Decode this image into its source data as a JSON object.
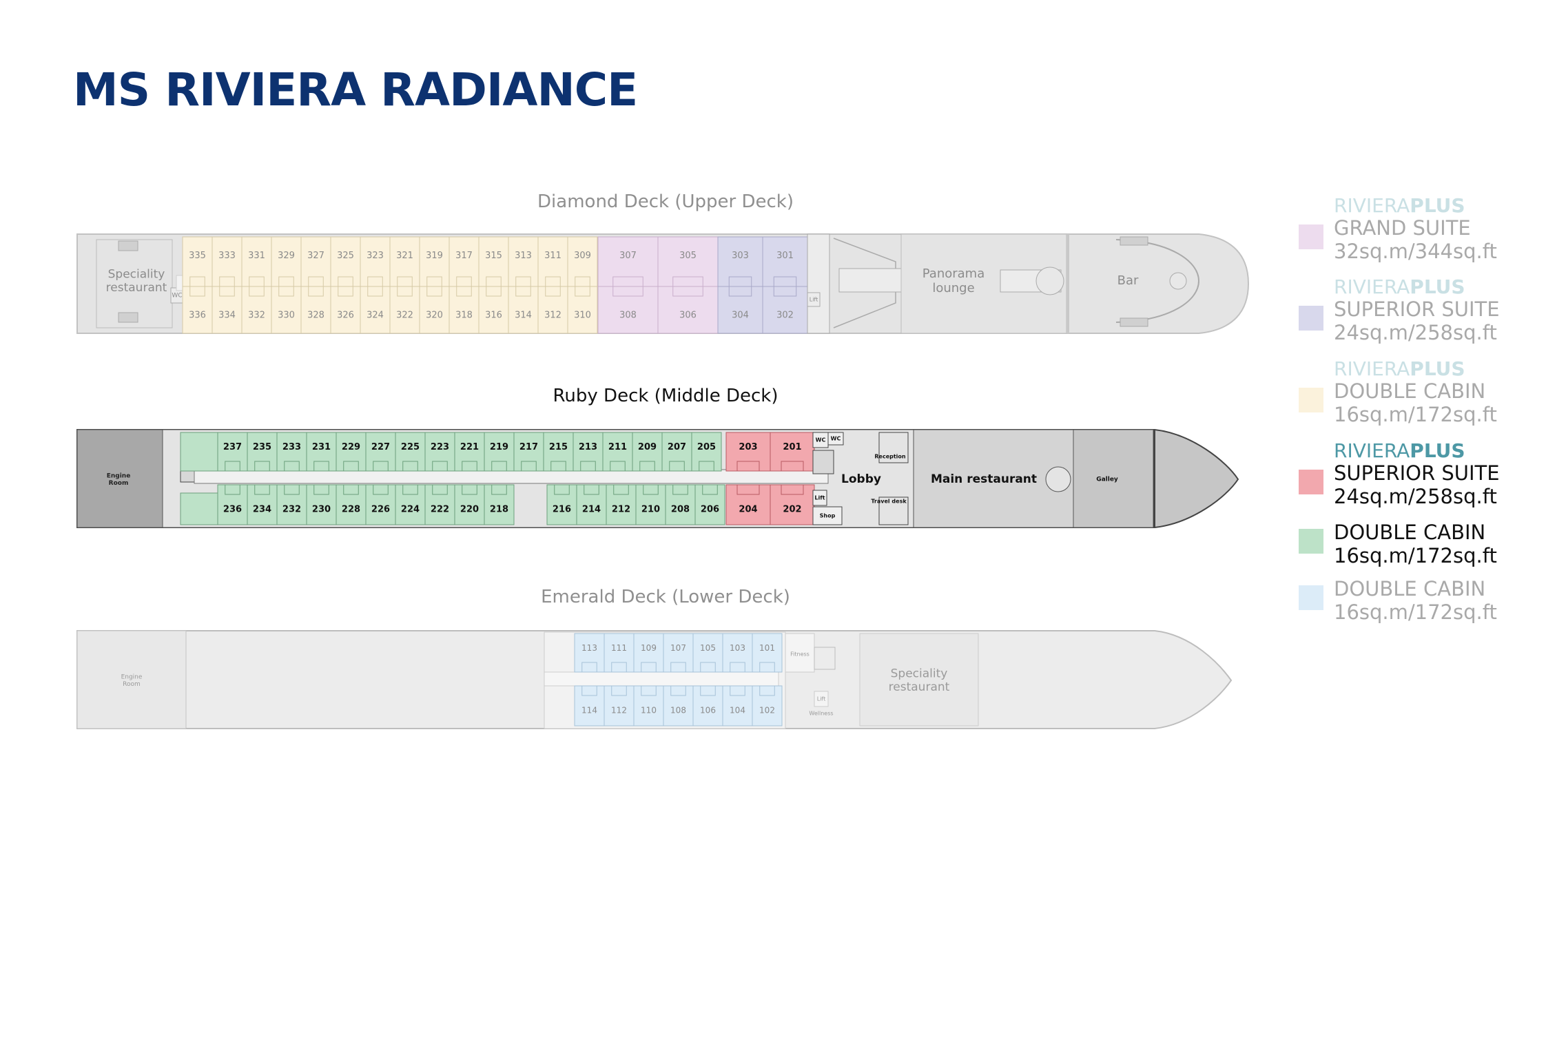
{
  "title": "MS RIVIERA RADIANCE",
  "colors": {
    "title": "#0d3270",
    "grand_suite": "#eddcee",
    "superior_suite_plus": "#d8d8ec",
    "double_plus": "#fbf2dc",
    "superior_suite": "#f2a8ae",
    "double": "#bde2c8",
    "lower_double": "#dcecf8",
    "deck_light": "#e4e4e4",
    "deck_dark": "#c6c6c6",
    "engine_dark": "#a8a8a8"
  },
  "decks": {
    "diamond": {
      "title": "Diamond Deck (Upper Deck)",
      "rooms": {
        "speciality_restaurant": "Speciality restaurant",
        "wc": "WC",
        "lift": "Lift",
        "panorama_lounge": "Panorama lounge",
        "bar": "Bar"
      },
      "cabins_top": [
        "335",
        "333",
        "331",
        "329",
        "327",
        "325",
        "323",
        "321",
        "319",
        "317",
        "315",
        "313",
        "311",
        "309"
      ],
      "cabins_bottom": [
        "336",
        "334",
        "332",
        "330",
        "328",
        "326",
        "324",
        "322",
        "320",
        "318",
        "316",
        "314",
        "312",
        "310"
      ],
      "grand_suites_top": [
        "307",
        "305"
      ],
      "grand_suites_bottom": [
        "308",
        "306"
      ],
      "superior_suites_top": [
        "303",
        "301"
      ],
      "superior_suites_bottom": [
        "304",
        "302"
      ]
    },
    "ruby": {
      "title": "Ruby Deck (Middle Deck)",
      "rooms": {
        "engine_room": "Engine Room",
        "wc": "WC",
        "reception": "Reception",
        "lobby": "Lobby",
        "travel_desk": "Travel desk",
        "lift": "Lift",
        "shop": "Shop",
        "main_restaurant": "Main restaurant",
        "galley": "Galley"
      },
      "cabins_top": [
        "237",
        "235",
        "233",
        "231",
        "229",
        "227",
        "225",
        "223",
        "221",
        "219",
        "217",
        "215",
        "213",
        "211",
        "209",
        "207",
        "205"
      ],
      "cabins_bottom_left": [
        "236",
        "234",
        "232",
        "230",
        "228",
        "226",
        "224",
        "222",
        "220",
        "218"
      ],
      "cabins_bottom_right": [
        "216",
        "214",
        "212",
        "210",
        "208",
        "206"
      ],
      "suites_top": [
        "203",
        "201"
      ],
      "suites_bottom": [
        "204",
        "202"
      ]
    },
    "emerald": {
      "title": "Emerald Deck (Lower Deck)",
      "rooms": {
        "engine_room": "Engine Room",
        "fitness": "Fitness",
        "lift": "Lift",
        "wellness": "Wellness",
        "speciality_restaurant": "Speciality restaurant"
      },
      "cabins_top": [
        "113",
        "111",
        "109",
        "107",
        "105",
        "103",
        "101"
      ],
      "cabins_bottom": [
        "114",
        "112",
        "110",
        "108",
        "106",
        "104",
        "102"
      ]
    }
  },
  "legend": [
    {
      "brand_a": "RIVIERA",
      "brand_b": "PLUS",
      "name": "GRAND SUITE",
      "size": "32sq.m/344sq.ft",
      "color": "#eddcee",
      "faded": true
    },
    {
      "brand_a": "RIVIERA",
      "brand_b": "PLUS",
      "name": "SUPERIOR SUITE",
      "size": "24sq.m/258sq.ft",
      "color": "#d8d8ec",
      "faded": true
    },
    {
      "brand_a": "RIVIERA",
      "brand_b": "PLUS",
      "name": "DOUBLE CABIN",
      "size": "16sq.m/172sq.ft",
      "color": "#fbf2dc",
      "faded": true
    },
    {
      "brand_a": "RIVIERA",
      "brand_b": "PLUS",
      "name": "SUPERIOR SUITE",
      "size": "24sq.m/258sq.ft",
      "color": "#f2a8ae",
      "faded": false
    },
    {
      "brand_a": "",
      "brand_b": "",
      "name": "DOUBLE CABIN",
      "size": "16sq.m/172sq.ft",
      "color": "#bde2c8",
      "faded": false
    },
    {
      "brand_a": "",
      "brand_b": "",
      "name": "DOUBLE CABIN",
      "size": "16sq.m/172sq.ft",
      "color": "#dcecf8",
      "faded": true
    }
  ]
}
